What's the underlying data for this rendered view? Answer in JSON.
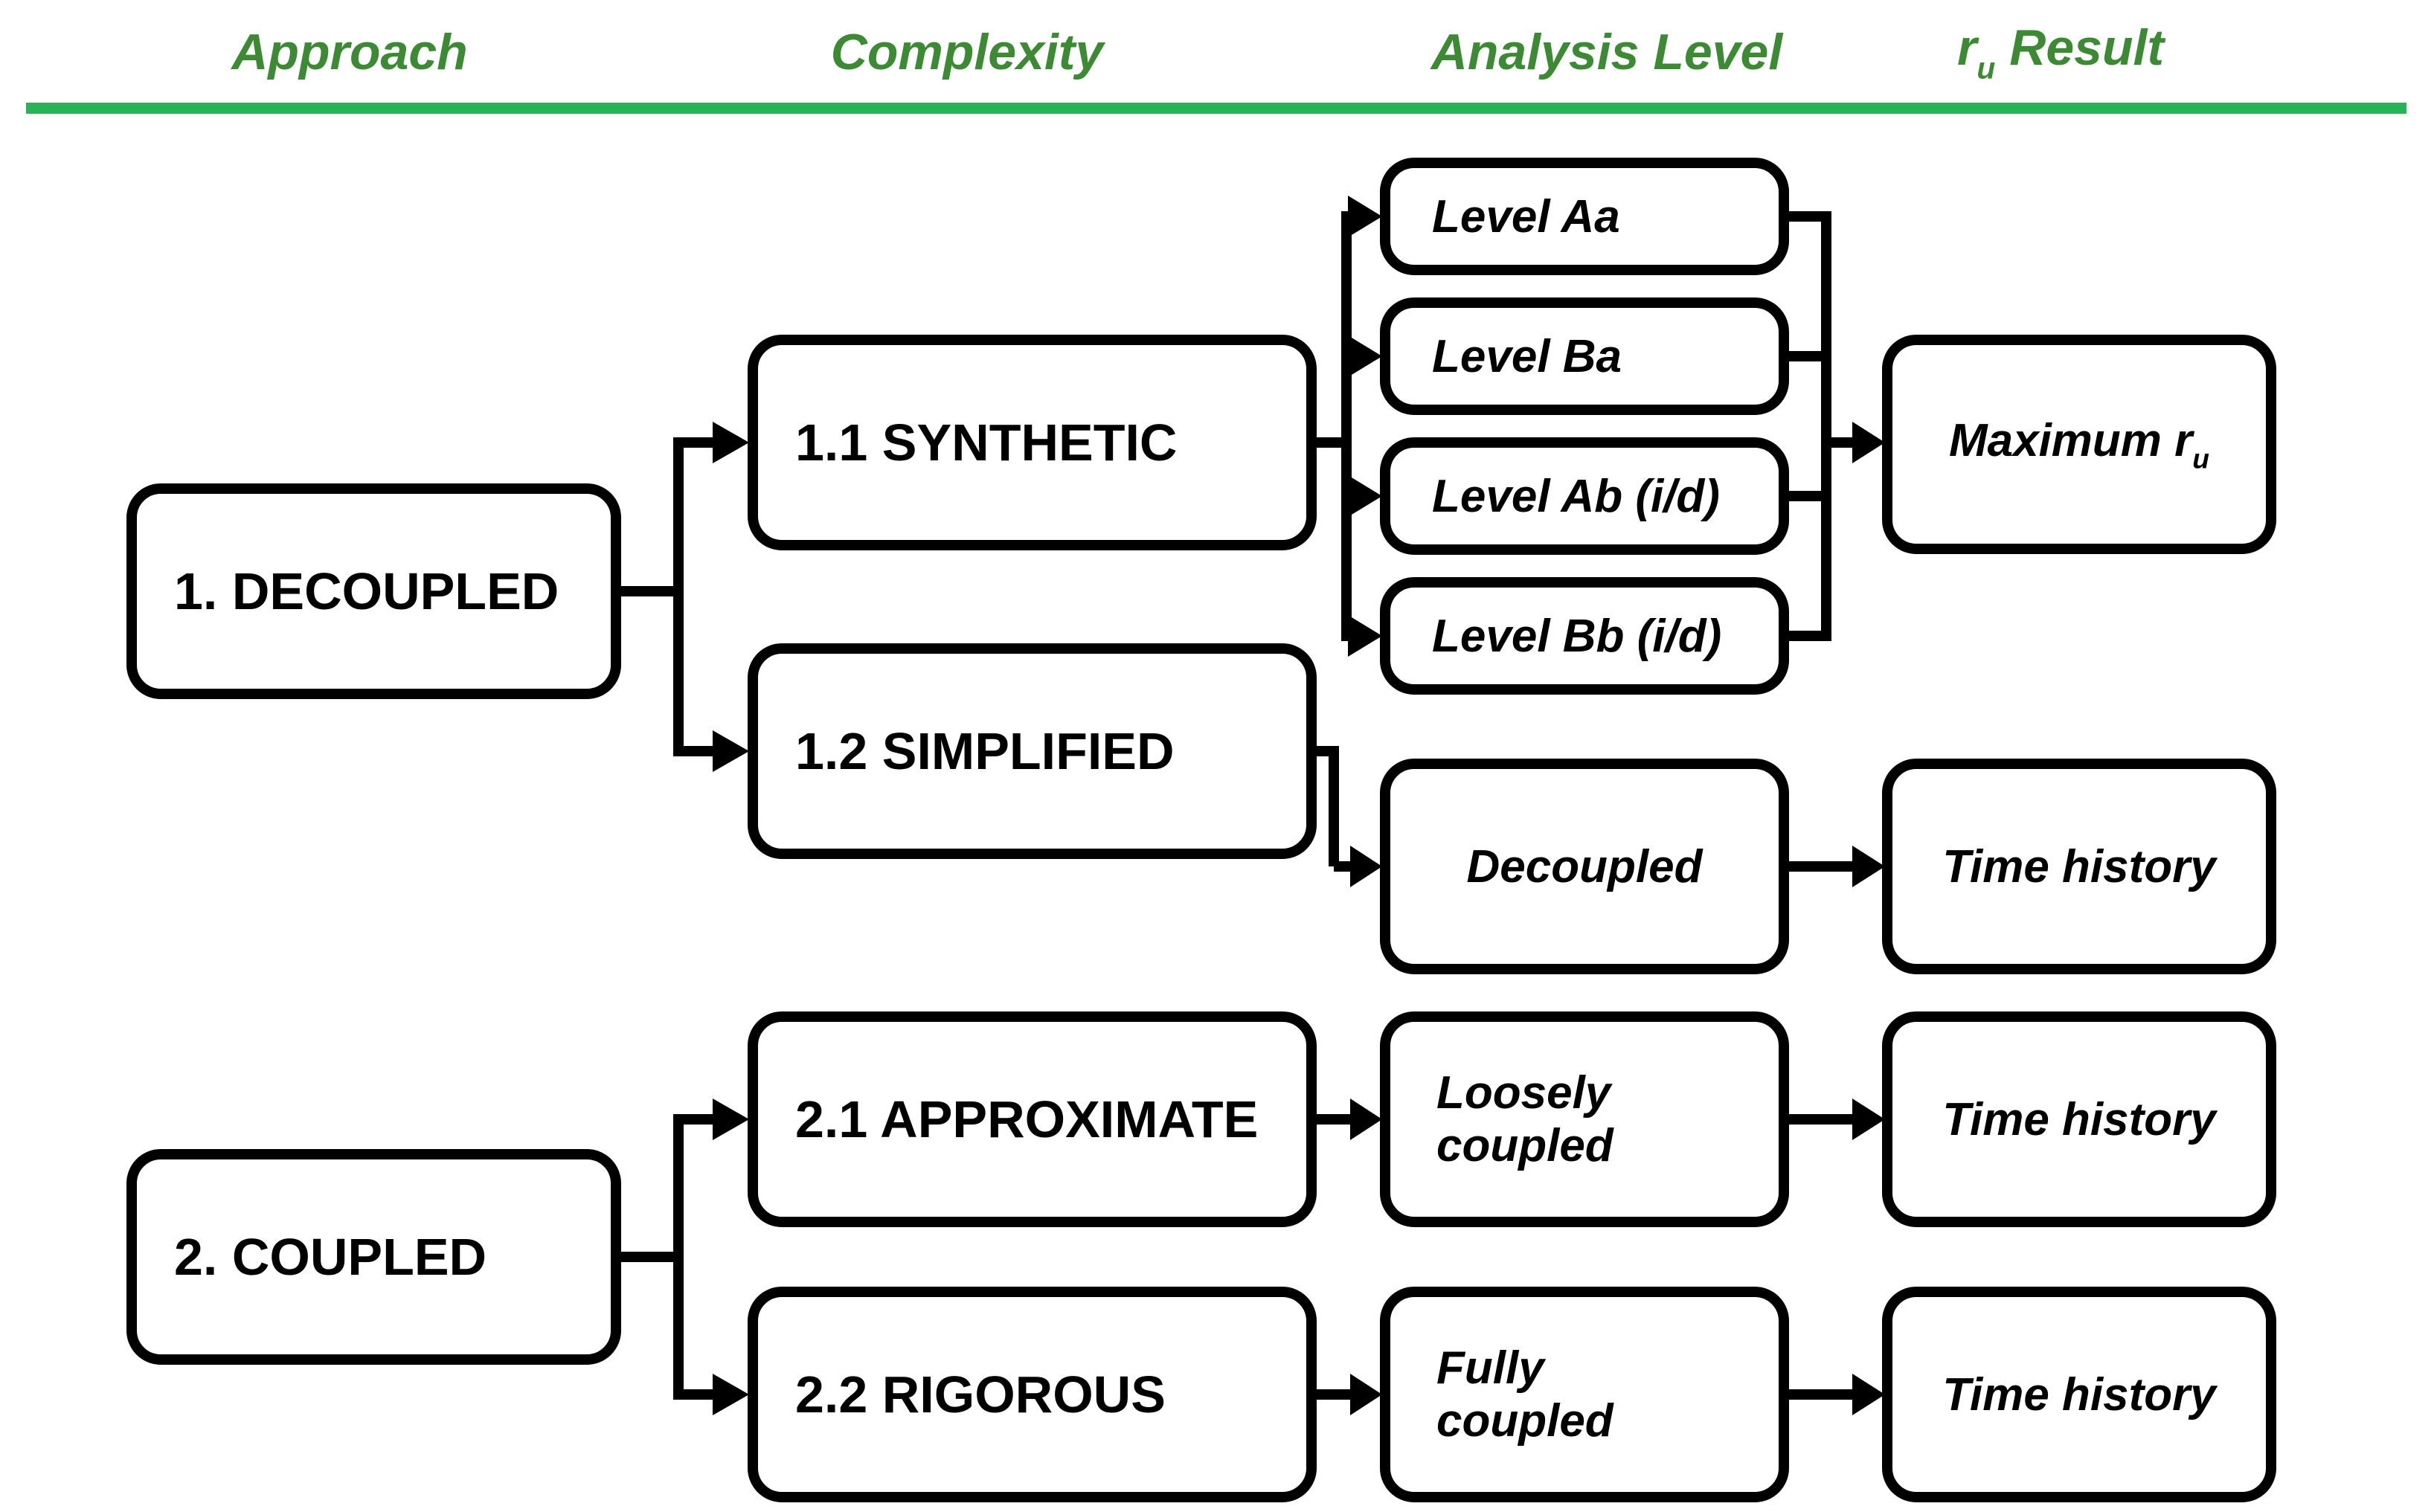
{
  "headers": {
    "approach": "Approach",
    "complexity": "Complexity",
    "analysis_level": "Analysis Level",
    "ru_pre": "r",
    "ru_sub": "u",
    "ru_post": " Result"
  },
  "colors": {
    "header_text": "#3c8a33",
    "divider": "#27b356",
    "box_border": "#000000",
    "box_fill": "#ffffff",
    "connector": "#000000"
  },
  "approach_boxes": {
    "decoupled": "1. DECOUPLED",
    "coupled": "2. COUPLED"
  },
  "complexity_boxes": {
    "synthetic": "1.1 SYNTHETIC",
    "simplified": "1.2 SIMPLIFIED",
    "approximate": "2.1 APPROXIMATE",
    "rigorous": "2.2 RIGOROUS"
  },
  "analysis_boxes": {
    "level_aa": "Level Aa",
    "level_ba": "Level Ba",
    "level_ab": "Level Ab (i/d)",
    "level_bb": "Level Bb (i/d)",
    "decoupled": "Decoupled",
    "loosely_line1": "Loosely",
    "loosely_line2": "coupled",
    "fully_line1": "Fully",
    "fully_line2": "coupled"
  },
  "result_boxes": {
    "maximum_pre": "Maximum r",
    "maximum_sub": "u",
    "time_history_decoupled": "Time history",
    "time_history_loosely": "Time history",
    "time_history_fully": "Time history"
  }
}
